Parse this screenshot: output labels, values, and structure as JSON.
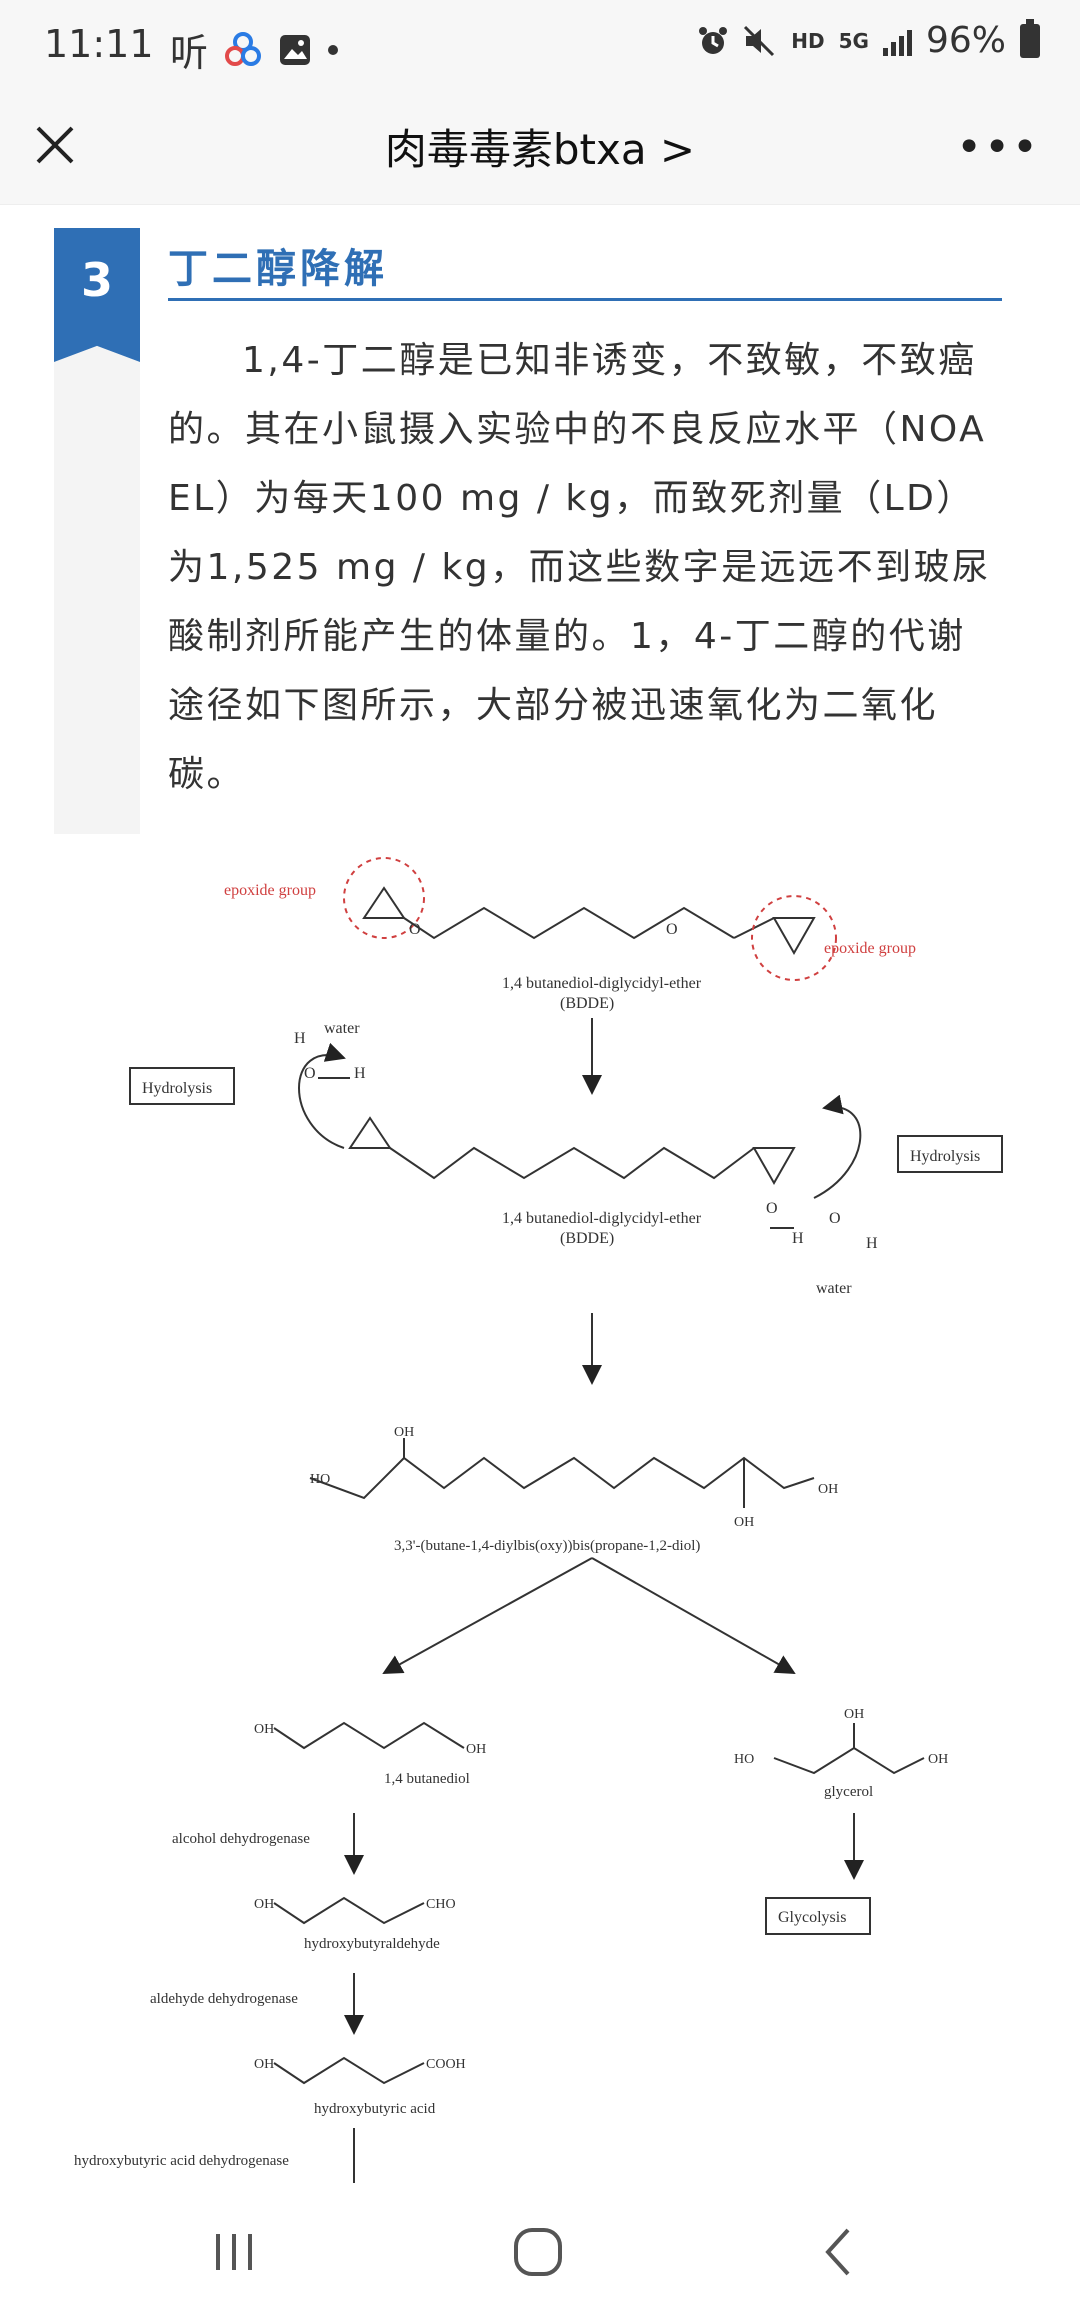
{
  "status_bar": {
    "time": "11:11",
    "app_icon_text": "听",
    "network": "HD",
    "network_type": "5G",
    "battery": "96%"
  },
  "top_bar": {
    "title": "肉毒毒素btxa >",
    "more_label": "•••"
  },
  "section": {
    "number": "3",
    "heading": "丁二醇降解",
    "paragraph": "1,4-丁二醇是已知非诱变，不致敏，不致癌的。其在小鼠摄入实验中的不良反应水平（NOAEL）为每天100 mg / kg，而致死剂量（LD）为1,525 mg / kg，而这些数字是远远不到玻尿酸制剂所能产生的体量的。1，4-丁二醇的代谢途径如下图所示，大部分被迅速氧化为二氧化碳。"
  },
  "diagram": {
    "epoxide_label_left": "epoxide group",
    "epoxide_label_right": "epoxide group",
    "bdde_name": "1,4 butanediol-diglycidyl-ether",
    "bdde_abbr": "(BDDE)",
    "water": "water",
    "hydrolysis": "Hydrolysis",
    "h": "H",
    "o": "O",
    "oh": "OH",
    "ho": "HO",
    "diol_name": "3,3'-(butane-1,4-diylbis(oxy))bis(propane-1,2-diol)",
    "butanediol": "1,4 butanediol",
    "glycerol": "glycerol",
    "alcohol_dh": "alcohol dehydrogenase",
    "cho": "CHO",
    "hb_aldehyde": "hydroxybutyraldehyde",
    "glycolysis": "Glycolysis",
    "aldehyde_dh": "aldehyde dehydrogenase",
    "cooh": "COOH",
    "hb_acid": "hydroxybutyric acid",
    "hb_acid_dh": "hydroxybutyric acid dehydrogenase"
  },
  "colors": {
    "accent": "#2f6fb5",
    "epoxide_label": "#d04040"
  }
}
